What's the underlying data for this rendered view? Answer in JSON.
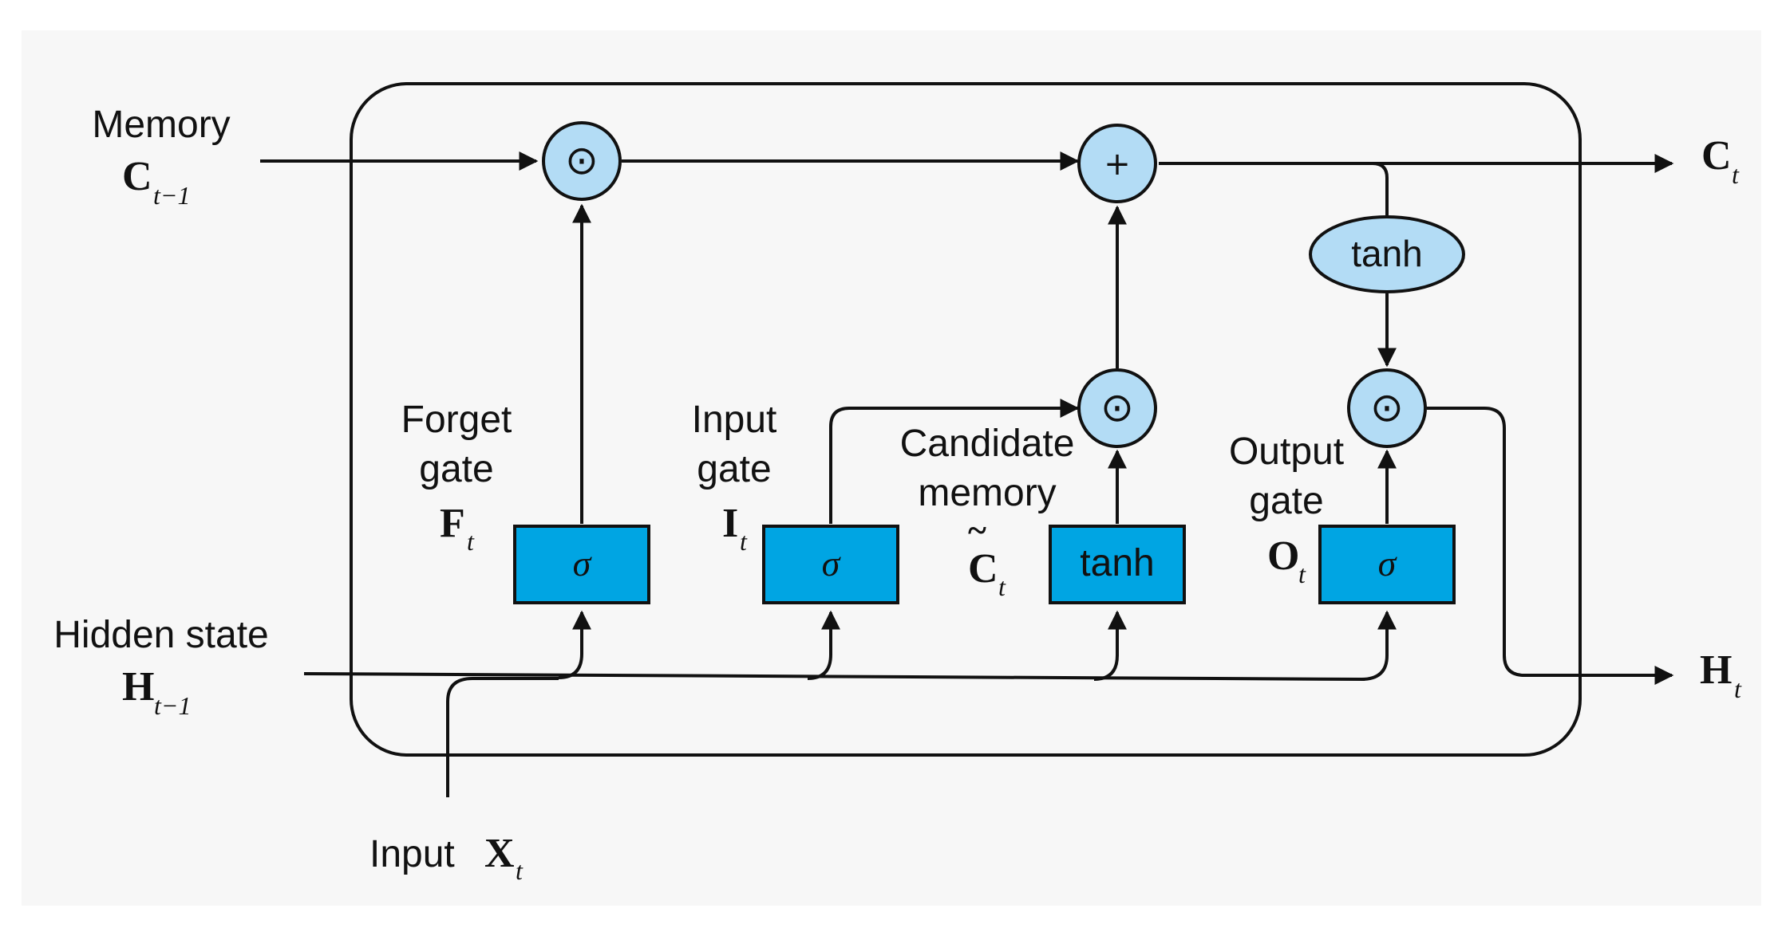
{
  "inputs": {
    "memory": {
      "label": "Memory",
      "symbol": "C",
      "subscript": "t−1"
    },
    "hidden": {
      "label": "Hidden state",
      "symbol": "H",
      "subscript": "t−1"
    },
    "input": {
      "label": "Input",
      "symbol": "X",
      "subscript": "t"
    }
  },
  "outputs": {
    "memory": {
      "symbol": "C",
      "subscript": "t"
    },
    "hidden": {
      "symbol": "H",
      "subscript": "t"
    }
  },
  "gates": {
    "forget": {
      "line1": "Forget",
      "line2": "gate",
      "symbol": "F",
      "subscript": "t",
      "activation": "σ"
    },
    "input": {
      "line1": "Input",
      "line2": "gate",
      "symbol": "I",
      "subscript": "t",
      "activation": "σ"
    },
    "candidate": {
      "line1": "Candidate",
      "line2": "memory",
      "symbol": "C",
      "accent": "~",
      "subscript": "t",
      "activation": "tanh"
    },
    "output": {
      "line1": "Output",
      "line2": "gate",
      "symbol": "O",
      "subscript": "t",
      "activation": "σ"
    }
  },
  "ops": {
    "multiply": "⊙",
    "add": "+",
    "tanh": "tanh"
  },
  "colors": {
    "gate_box": "#00a5e3",
    "op_node": "#b3dcf5",
    "line": "#111111",
    "background": "#f7f7f7"
  }
}
